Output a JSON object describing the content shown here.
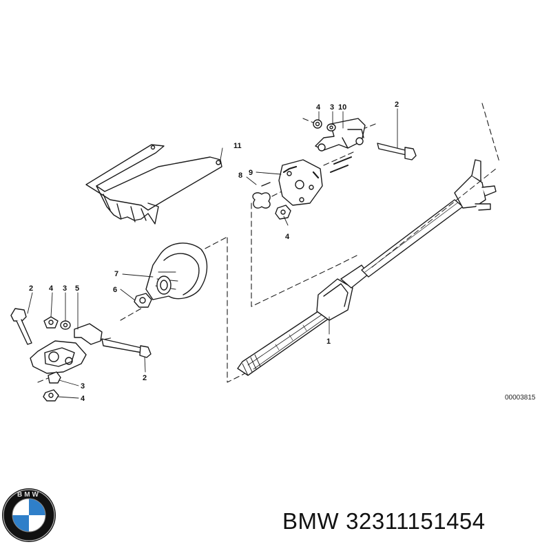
{
  "diagram": {
    "reference_number": "00003815",
    "callouts": {
      "c1": "1",
      "c2a": "2",
      "c2b": "2",
      "c2c": "2",
      "c3a": "3",
      "c3b": "3",
      "c3c": "3",
      "c4a": "4",
      "c4b": "4",
      "c4c": "4",
      "c4d": "4",
      "c5": "5",
      "c6": "6",
      "c7": "7",
      "c8": "8",
      "c9": "9",
      "c10": "10",
      "c11": "11"
    }
  },
  "logo": {
    "text": "BMW"
  },
  "caption": {
    "brand": "BMW",
    "part_number": "32311151454"
  },
  "colors": {
    "line": "#1a1a1a",
    "logo_blue": "#2f7fc9",
    "logo_ring": "#222222"
  }
}
